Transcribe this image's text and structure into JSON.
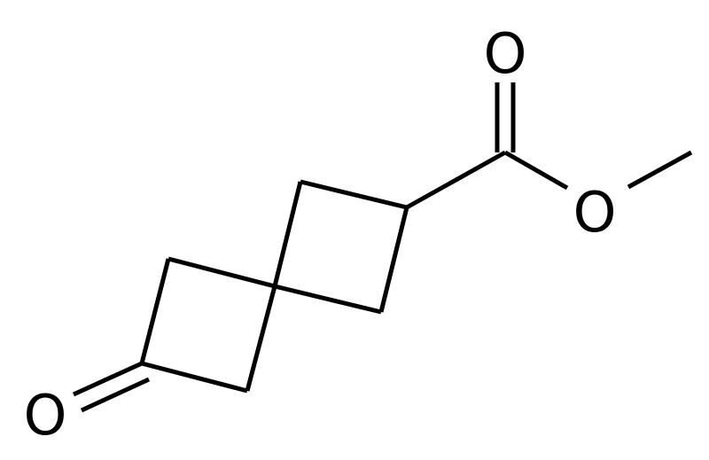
{
  "molecule": {
    "atoms": {
      "ester_carbonyl_oxygen": "O",
      "ester_ether_oxygen": "O",
      "ketone_oxygen": "O"
    },
    "colors": {
      "bond": "#000000",
      "label": "#000000",
      "background": "#ffffff"
    }
  }
}
